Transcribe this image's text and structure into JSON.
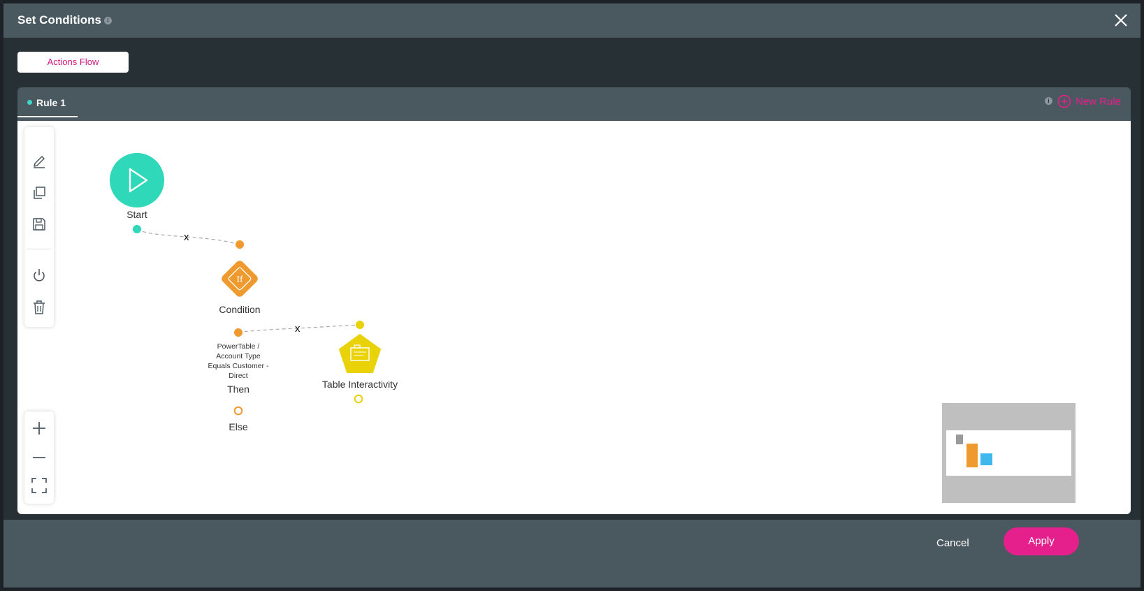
{
  "dialog": {
    "title": "Set Conditions",
    "info_icon": "info-icon",
    "close_icon": "close-icon"
  },
  "tabs": {
    "actions_flow": "Actions Flow"
  },
  "rule_panel": {
    "rule_tab_label": "Rule 1",
    "new_rule_label": "New Rule",
    "new_rule_icon": "plus-circle-icon"
  },
  "toolbar": {
    "tools": [
      "pencil-icon",
      "copy-icon",
      "save-icon",
      "power-icon",
      "trash-icon"
    ],
    "zoom_tools": [
      "zoom-in-icon",
      "zoom-out-icon",
      "fit-screen-icon"
    ]
  },
  "flow": {
    "start_label": "Start",
    "condition_label": "Condition",
    "condition_symbol": "If",
    "edge_remove_1": "x",
    "edge_remove_2": "x",
    "condition_text": "PowerTable / Account Type Equals Customer - Direct",
    "then_label": "Then",
    "else_label": "Else",
    "action_label": "Table Interactivity"
  },
  "footer": {
    "cancel_label": "Cancel",
    "apply_label": "Apply"
  },
  "colors": {
    "accent": "#e5208d",
    "start_node": "#2fd8b8",
    "condition_node": "#ee9a2e",
    "action_node": "#e9d207",
    "minimap_action": "#3fb8ee"
  }
}
